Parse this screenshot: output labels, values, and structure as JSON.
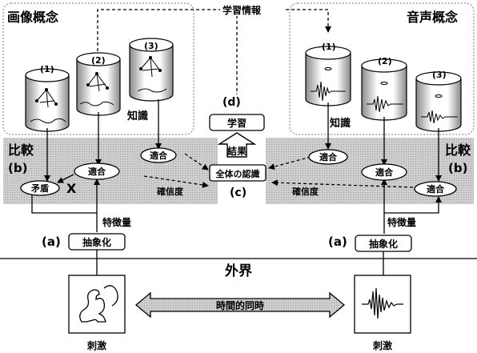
{
  "panels": {
    "image_title": "画像概念",
    "sound_title": "音声概念",
    "learning_info": "学習情報"
  },
  "left": {
    "cylinders": [
      "(1)",
      "(2)",
      "(3)"
    ],
    "knowledge": "知識",
    "compare": "比較",
    "compare_tag": "(b)",
    "fit_main": "適合",
    "fit_upper": "適合",
    "contradiction": "矛盾",
    "cross": "X",
    "confidence": "確信度",
    "feature": "特徴量",
    "abstraction_tag": "(a)",
    "abstraction": "抽象化",
    "stimulus": "刺激"
  },
  "right": {
    "cylinders": [
      "(1)",
      "(2)",
      "(3)"
    ],
    "knowledge": "知識",
    "compare": "比較",
    "compare_tag": "(b)",
    "fit_top": "適合",
    "fit_mid": "適合",
    "fit_low": "適合",
    "confidence": "確信度",
    "feature": "特徴量",
    "abstraction_tag": "(a)",
    "abstraction": "抽象化",
    "stimulus": "刺激"
  },
  "center": {
    "learning_tag": "(d)",
    "learning": "学習",
    "result": "結果",
    "recognition": "全体の認識",
    "recognition_tag": "(c)",
    "world": "外界",
    "simultaneity": "時間的同時"
  }
}
